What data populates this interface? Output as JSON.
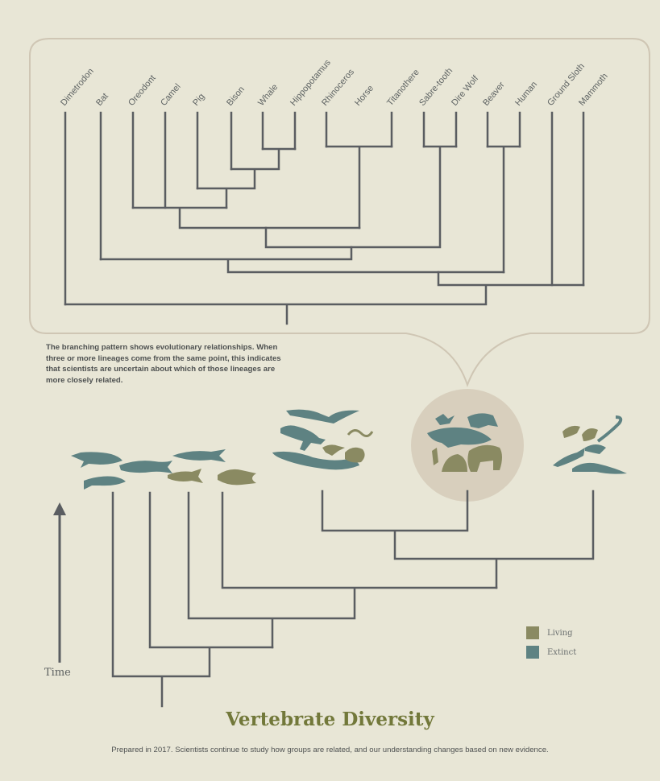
{
  "taxa": [
    "Dimetrodon",
    "Bat",
    "Oreodont",
    "Camel",
    "Pig",
    "Bison",
    "Whale",
    "Hippopotamus",
    "Rhinoceros",
    "Horse",
    "Titanothere",
    "Sabre-tooth",
    "Dire Wolf",
    "Beaver",
    "Human",
    "Ground Sloth",
    "Mammoth"
  ],
  "caption": "The branching pattern shows evolutionary relationships. When three or more lineages come from the same point, this indicates that scientists are uncertain about which of those lineages are more closely related.",
  "title": "Vertebrate Diversity",
  "footer": "Prepared in 2017. Scientists continue to study how groups are related, and our understanding changes based on new evidence.",
  "legend": {
    "living": {
      "label": "Living",
      "color": "#8a8a62"
    },
    "extinct": {
      "label": "Extinct",
      "color": "#5e8282"
    }
  },
  "time_label": "Time",
  "colors": {
    "line": "#5a5d61",
    "frame": "#cfc6b4",
    "spotlight": "#d8cfbd",
    "title": "#72783a"
  },
  "icons": [
    "fish-group-icon",
    "reptile-group-icon",
    "mammal-group-icon",
    "amphibian-group-icon"
  ]
}
